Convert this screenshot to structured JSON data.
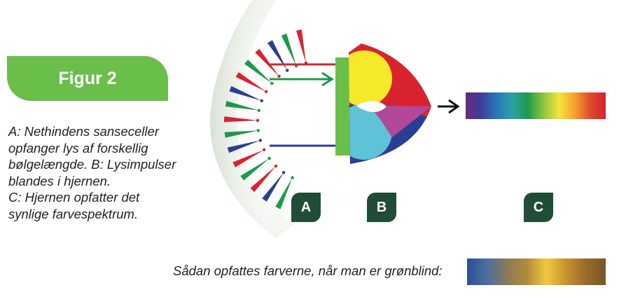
{
  "figure": {
    "title": "Figur 2"
  },
  "caption": {
    "lines": [
      "A: Nethindens sanseceller",
      "opfanger lys af forskellig",
      "bølgelængde. B: Lysimpulser",
      "blandes i hjernen.",
      "C: Hjernen opfatter det",
      "synlige farvespektrum."
    ]
  },
  "labels": {
    "a": "A",
    "b": "B",
    "c": "C"
  },
  "bottom": {
    "text": "Sådan opfattes farverne, når man er grønblind:"
  },
  "colors": {
    "tab_green": "#6abf4b",
    "badge": "#1f4d36",
    "red": "#d9232e",
    "green": "#1c9a4a",
    "blue": "#2a3f93",
    "yellow": "#f6e82b",
    "cyan": "#5fc3d7",
    "magenta": "#b3479a"
  },
  "spectrum_normal": [
    "#6a2a7c",
    "#3a3f98",
    "#2a77b9",
    "#2aa3a6",
    "#1f9a4b",
    "#8cc63f",
    "#f5e43a",
    "#f6a12b",
    "#e04a2c",
    "#d4202f"
  ],
  "spectrum_colorblind": [
    "#2a4f96",
    "#4a6fa0",
    "#8a7a5a",
    "#b08a3a",
    "#f0c840",
    "#c8922f",
    "#9a6a2a",
    "#7a5524"
  ]
}
